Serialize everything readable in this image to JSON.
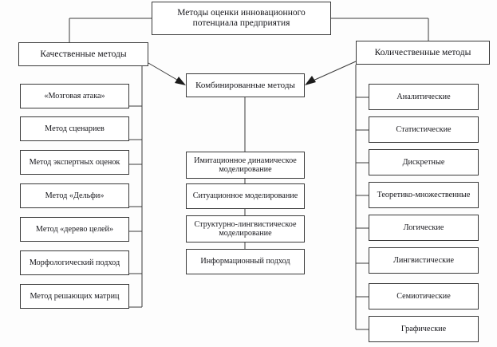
{
  "diagram": {
    "title": "Методы оценки инновационного потенциала предприятия",
    "root": {
      "label": "Методы оценки инновационного потенциала предприятия"
    },
    "branches": {
      "qualitative": "Качественные методы",
      "combined": "Комбинированные методы",
      "quantitative": "Количественные методы"
    },
    "qualitative_methods": [
      "«Мозговая атака»",
      "Метод сценариев",
      "Метод экспертных оценок",
      "Метод «Дельфи»",
      "Метод «дерево целей»",
      "Морфологический подход",
      "Метод решающих матриц"
    ],
    "combined_methods": [
      "Имитационное динамическое моделирование",
      "Ситуационное моделирование",
      "Структурно-лингвистическое моделирование",
      "Информационный подход"
    ],
    "quantitative_methods": [
      "Аналитические",
      "Статистические",
      "Дискретные",
      "Теоретико-множественные",
      "Логические",
      "Лингвистические",
      "Семиотические",
      "Графические"
    ],
    "colors": {
      "box_border": "#3a3a3a",
      "box_fill": "#ffffff",
      "connector": "#3a3a3a",
      "arrow_head": "#1c1c1c",
      "text": "#15151a",
      "background": "#fdfdfd"
    }
  }
}
